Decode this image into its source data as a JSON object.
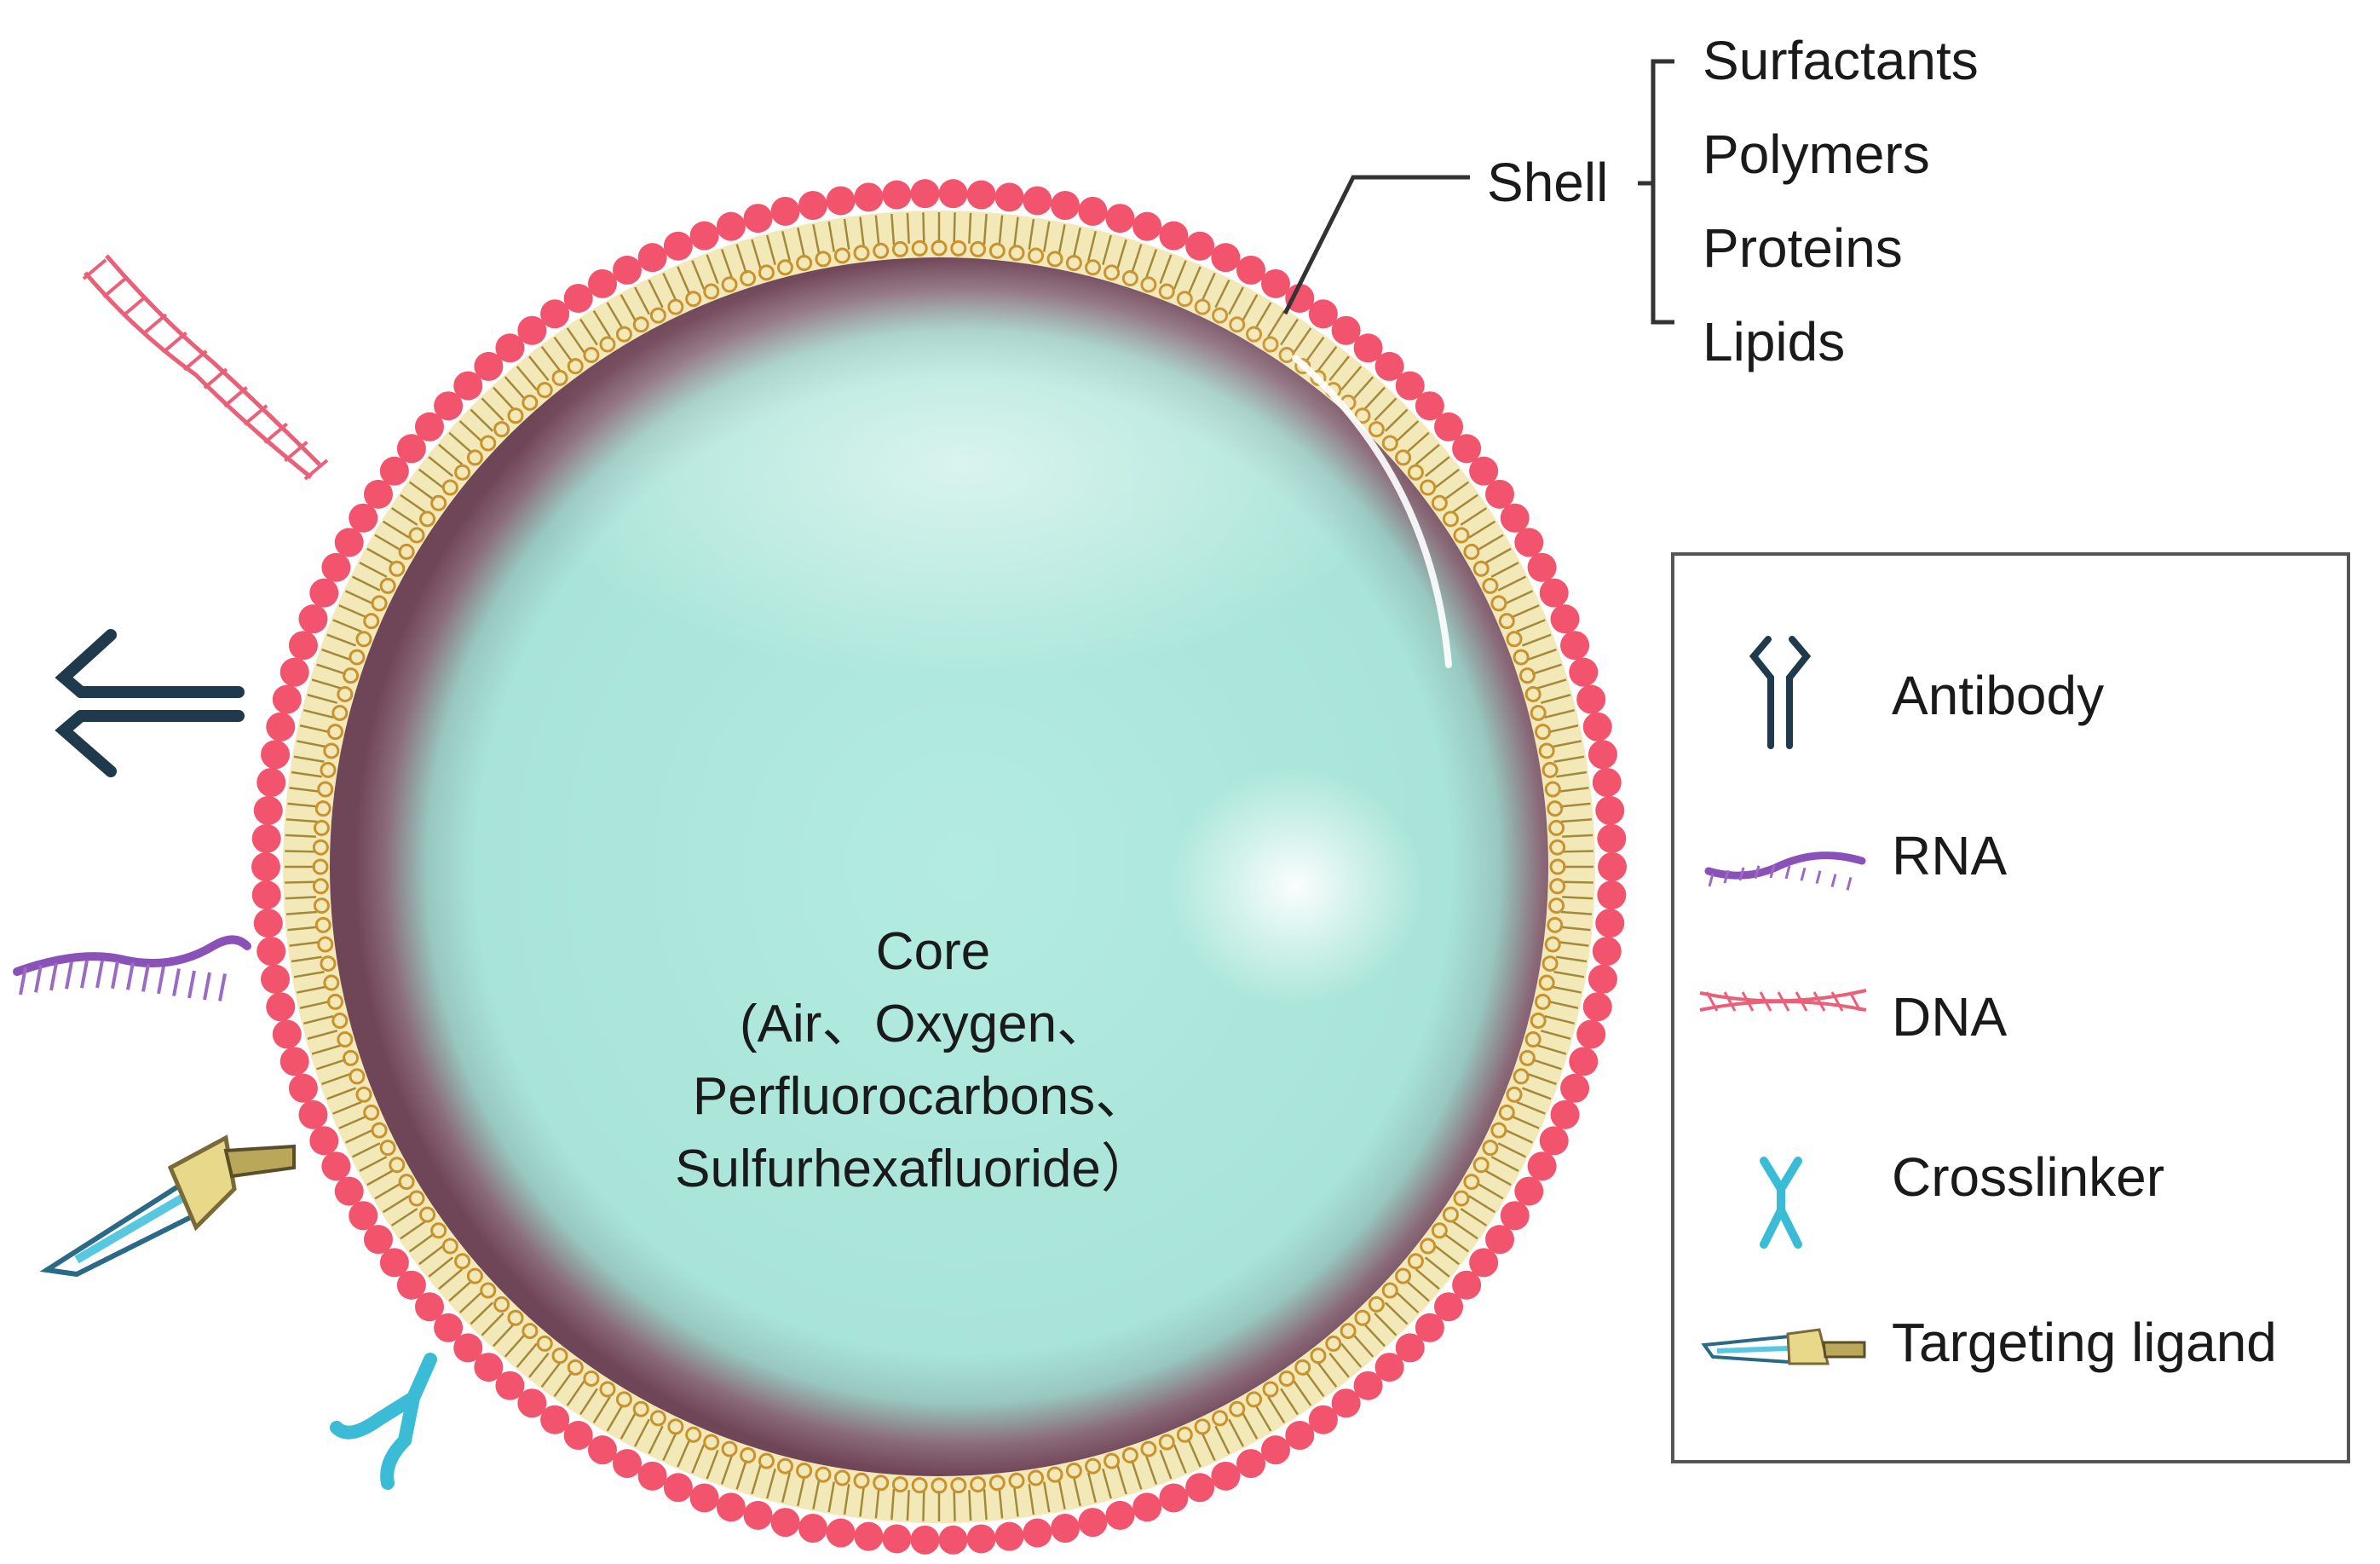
{
  "shell": {
    "label": "Shell",
    "materials": [
      "Surfactants",
      "Polymers",
      "Proteins",
      "Lipids"
    ]
  },
  "core": {
    "lines": [
      "Core",
      "(Air、Oxygen、",
      "Perfluorocarbons、",
      "Sulfurhexafluoride）"
    ]
  },
  "legend": {
    "items": [
      {
        "label": "Antibody",
        "icon": "antibody-icon"
      },
      {
        "label": "RNA",
        "icon": "rna-icon"
      },
      {
        "label": "DNA",
        "icon": "dna-icon"
      },
      {
        "label": "Crosslinker",
        "icon": "crosslinker-icon"
      },
      {
        "label": "Targeting ligand",
        "icon": "targeting-ligand-icon"
      }
    ]
  },
  "colors": {
    "core": "#aee8dc",
    "core_rim": "#7a4f62",
    "bead": "#f2546e",
    "lipid_band": "#f3e8b8",
    "lipid_head": "#c8922e",
    "antibody": "#1e3a4c",
    "rna": "#8a52b8",
    "dna": "#ea6078",
    "crosslinker": "#3bbcd6"
  }
}
